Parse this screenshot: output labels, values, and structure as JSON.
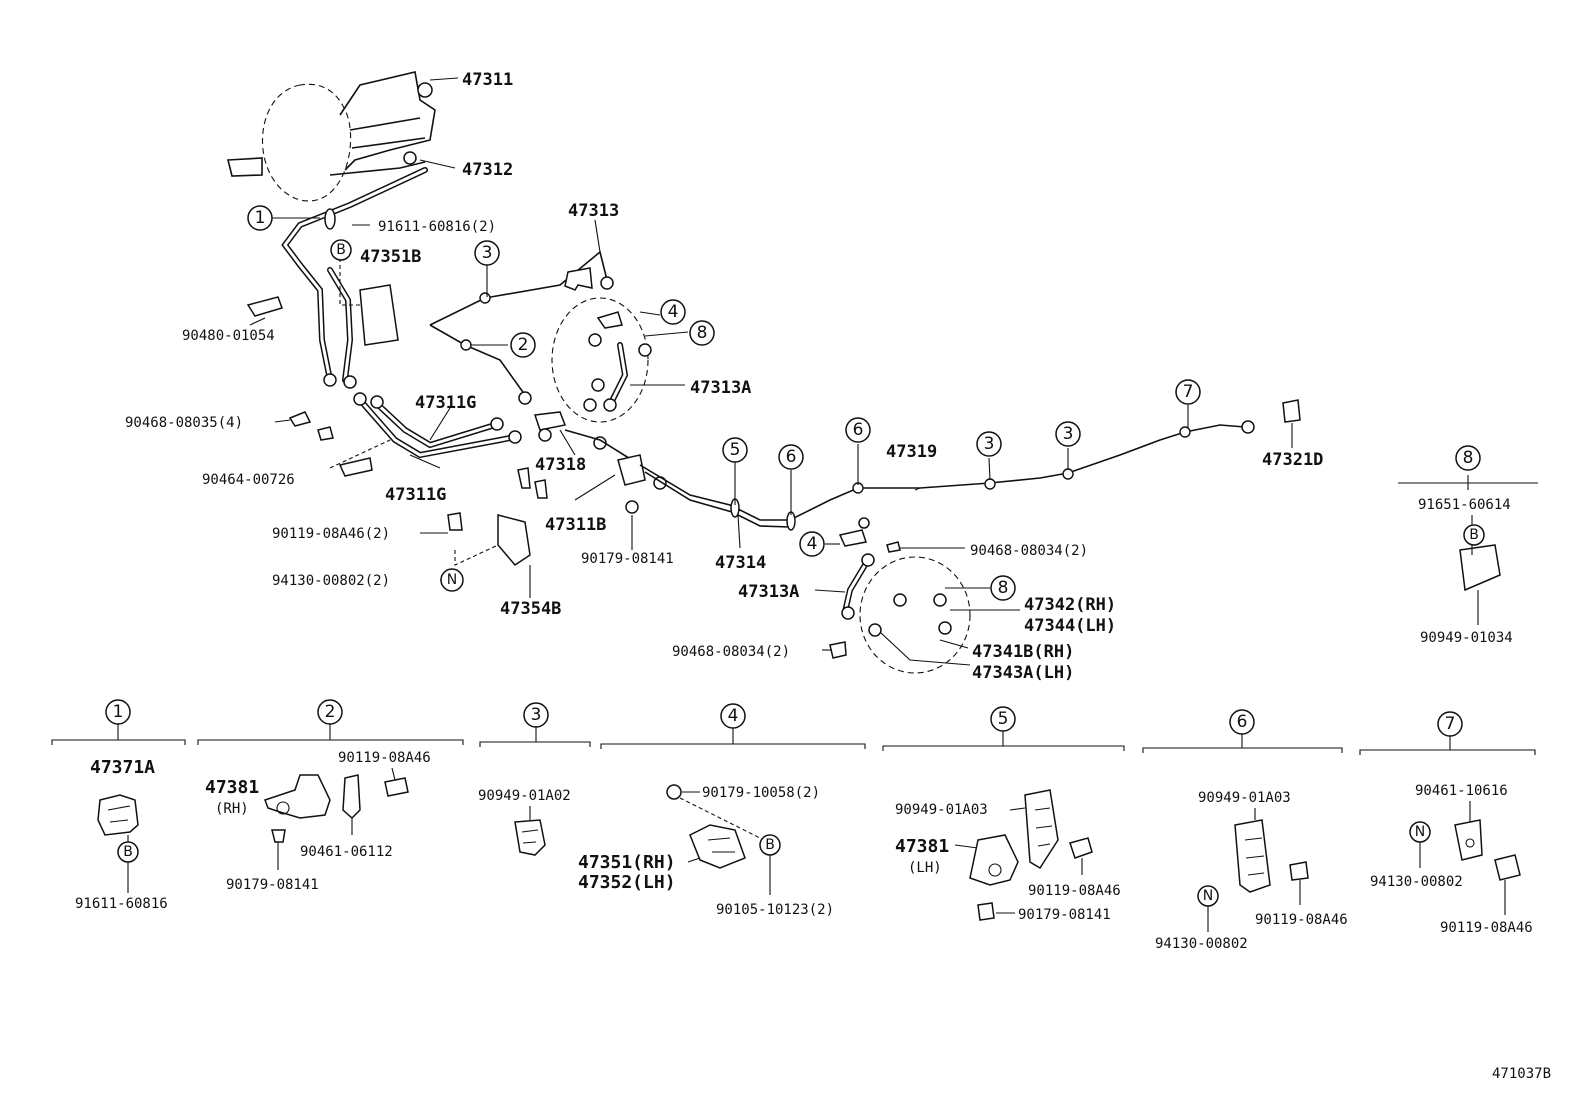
{
  "diagram_id": "471037B",
  "main_labels": {
    "p47311": "47311",
    "p47312": "47312",
    "p47313": "47313",
    "p91611_60816_2": "91611-60816(2)",
    "p47351B": "47351B",
    "p90480_01054": "90480-01054",
    "p47313A_top": "47313A",
    "p47311G_a": "47311G",
    "p47311G_b": "47311G",
    "p90468_08035_4": "90468-08035(4)",
    "p90464_00726": "90464-00726",
    "p47318": "47318",
    "p47311B": "47311B",
    "p90119_08A46_2": "90119-08A46(2)",
    "p94130_00802_2": "94130-00802(2)",
    "p47354B": "47354B",
    "p90179_08141": "90179-08141",
    "p47314": "47314",
    "p47319": "47319",
    "p47321D": "47321D",
    "p90468_08034_2a": "90468-08034(2)",
    "p47313A_bot": "47313A",
    "p47342": "47342(RH)",
    "p47344": "47344(LH)",
    "p47341B": "47341B(RH)",
    "p47343A": "47343A(LH)",
    "p90468_08034_2b": "90468-08034(2)",
    "p91651_60614": "91651-60614",
    "p90949_01034": "90949-01034"
  },
  "callouts": {
    "c1": "1",
    "c2": "2",
    "c3a": "3",
    "c3b": "3",
    "c3c": "3",
    "c4a": "4",
    "c4b": "4",
    "c5": "5",
    "c6a": "6",
    "c6b": "6",
    "c7": "7",
    "c8a": "8",
    "c8b": "8",
    "c8key": "8",
    "letter_b": "B",
    "letter_n": "N"
  },
  "groups": [
    {
      "key": "1",
      "parts": [
        "47371A",
        "91611-60816"
      ]
    },
    {
      "key": "2",
      "parts": [
        "90119-08A46",
        "47381",
        "(RH)",
        "90461-06112",
        "90179-08141"
      ]
    },
    {
      "key": "3",
      "parts": [
        "90949-01A02"
      ]
    },
    {
      "key": "4",
      "parts": [
        "90179-10058(2)",
        "47351(RH)",
        "47352(LH)",
        "90105-10123(2)"
      ]
    },
    {
      "key": "5",
      "parts": [
        "90949-01A03",
        "47381",
        "(LH)",
        "90119-08A46",
        "90179-08141"
      ]
    },
    {
      "key": "6",
      "parts": [
        "90949-01A03",
        "90119-08A46",
        "94130-00802"
      ]
    },
    {
      "key": "7",
      "parts": [
        "90461-10616",
        "94130-00802",
        "90119-08A46"
      ]
    }
  ]
}
